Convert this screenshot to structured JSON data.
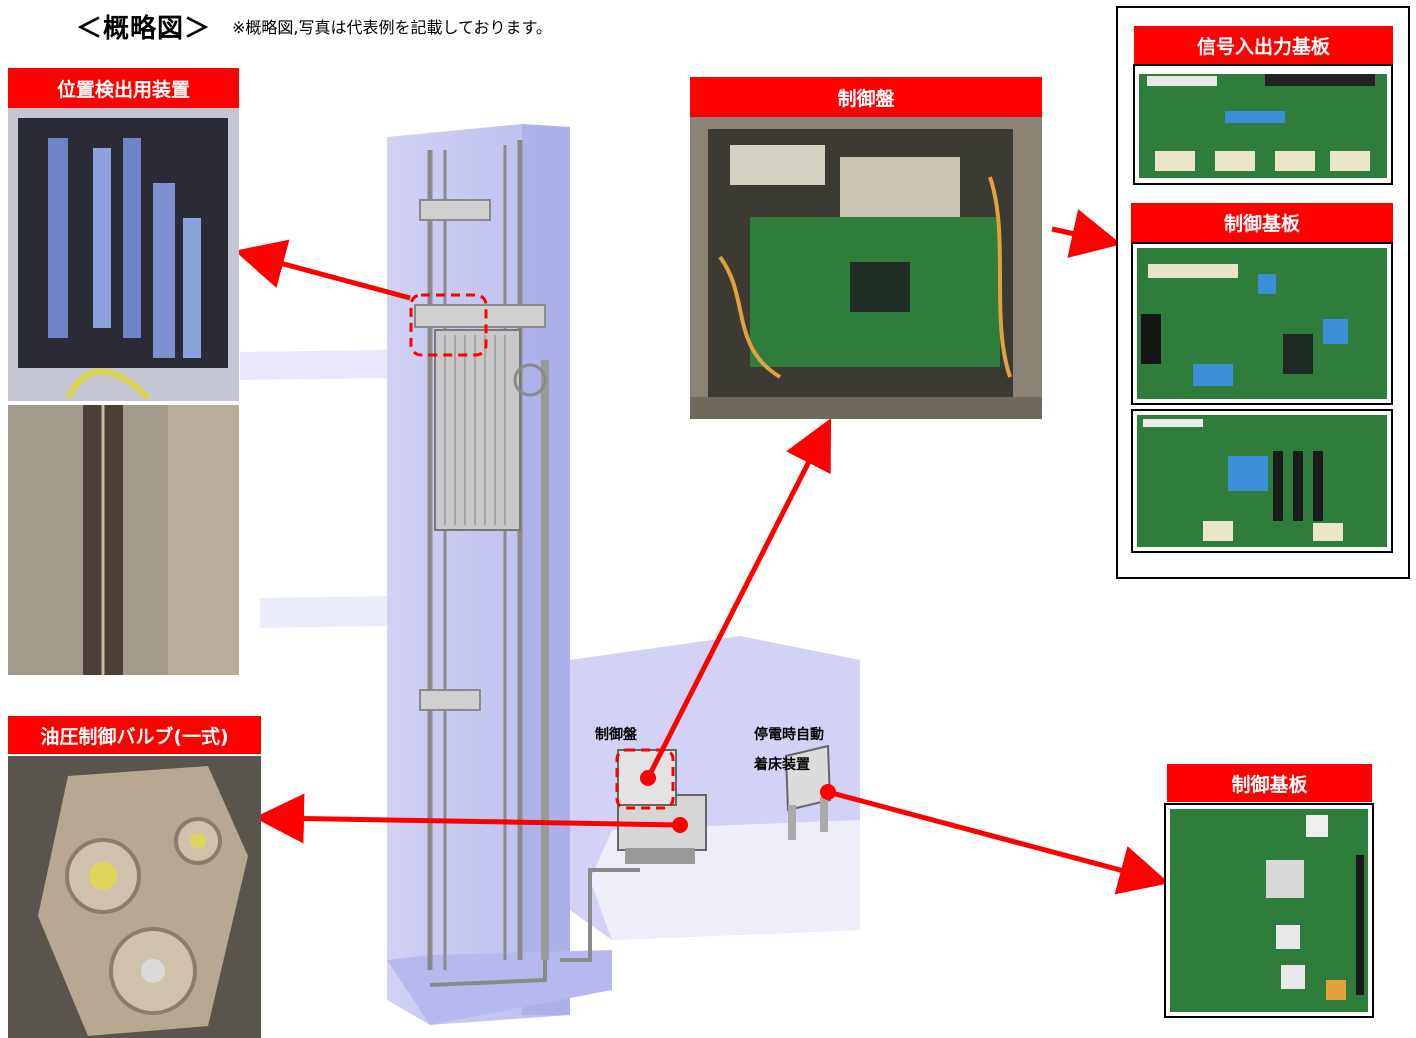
{
  "title": "＜概略図＞",
  "note": "※概略図,写真は代表例を記載しております。",
  "callouts": {
    "position_detector": "位置検出用装置",
    "control_panel_top": "制御盤",
    "signal_io_board": "信号入出力基板",
    "control_board_upper": "制御基板",
    "hydraulic_valve": "油圧制御バルブ(一式)",
    "control_board_lower": "制御基板"
  },
  "room_labels": {
    "control_panel": "制御盤",
    "auto_landing_line1": "停電時自動",
    "auto_landing_line2": "着床装置"
  },
  "colors": {
    "accent_red": "#ff0000",
    "shaft_blue": "#b9b9ee",
    "pcb_green": "#2f7d3a"
  }
}
